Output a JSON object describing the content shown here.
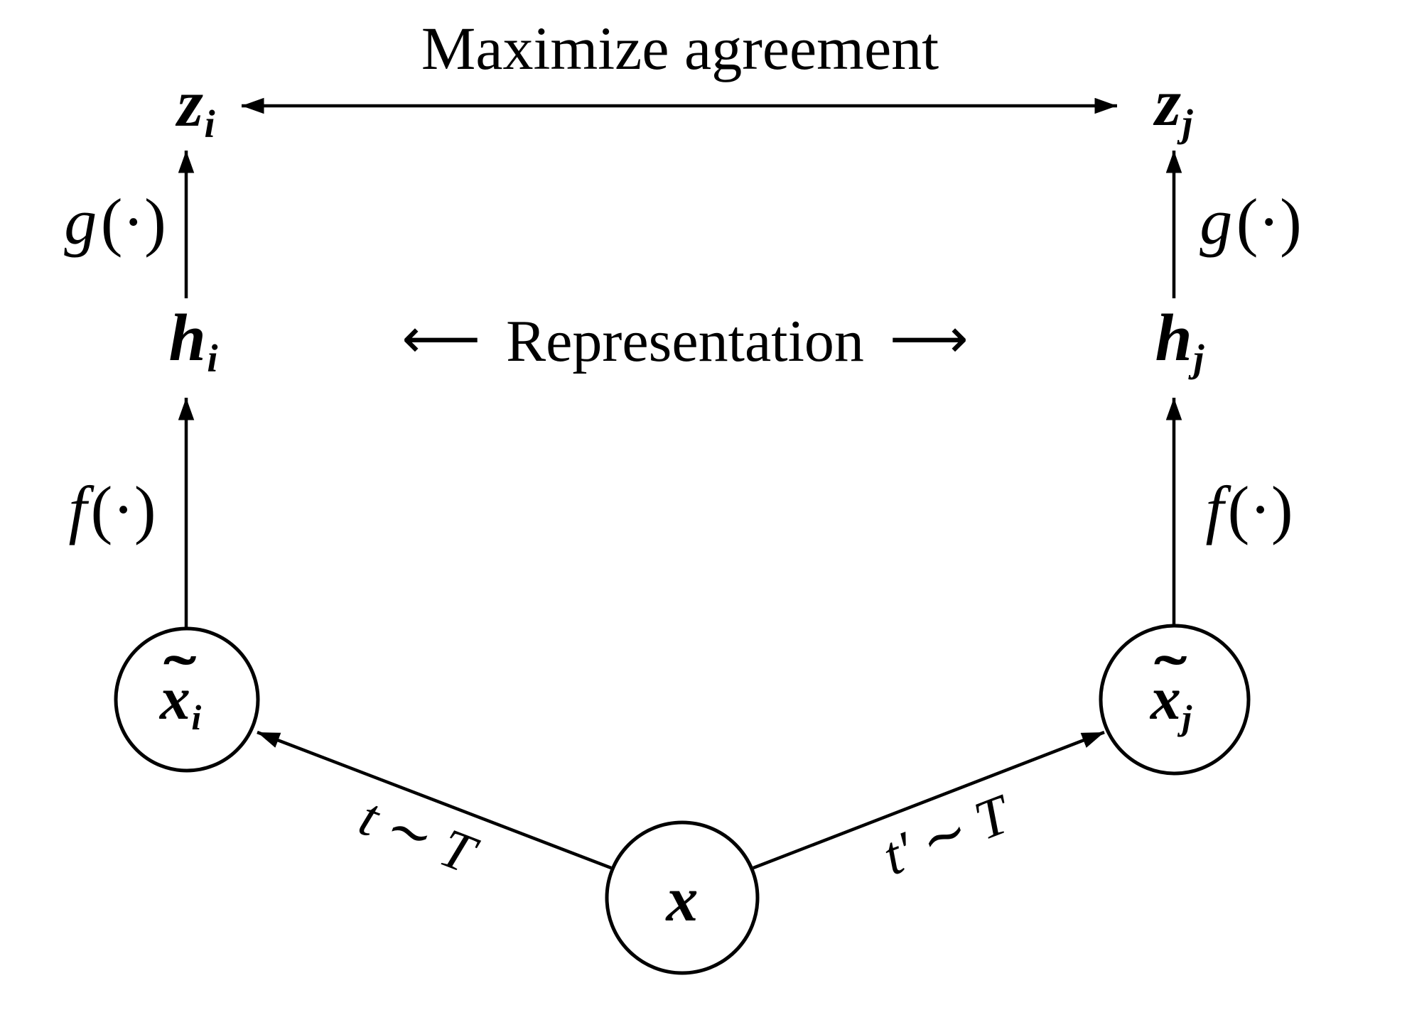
{
  "colors": {
    "ink": "#000000",
    "background": "#ffffff"
  },
  "title": "Maximize agreement",
  "representation": {
    "left_arrow": "⟵",
    "label": "Representation",
    "right_arrow": "⟶"
  },
  "projections": {
    "zi": {
      "base": "z",
      "sub": "i"
    },
    "zj": {
      "base": "z",
      "sub": "j"
    },
    "hi": {
      "base": "h",
      "sub": "i"
    },
    "hj": {
      "base": "h",
      "sub": "j"
    }
  },
  "functions": {
    "g_left": {
      "name": "g",
      "args": "(·)"
    },
    "g_right": {
      "name": "g",
      "args": "(·)"
    },
    "f_left": {
      "name": "f",
      "args": "(·)"
    },
    "f_right": {
      "name": "f",
      "args": "(·)"
    }
  },
  "nodes": {
    "x": {
      "base": "x"
    },
    "xi": {
      "base": "x",
      "tilde": "˜",
      "sub": "i"
    },
    "xj": {
      "base": "x",
      "tilde": "˜",
      "sub": "j"
    }
  },
  "transforms": {
    "left": {
      "var": "t",
      "op": "∼",
      "dist": "T"
    },
    "right": {
      "var": "t′",
      "op": "∼",
      "dist": "T"
    }
  }
}
